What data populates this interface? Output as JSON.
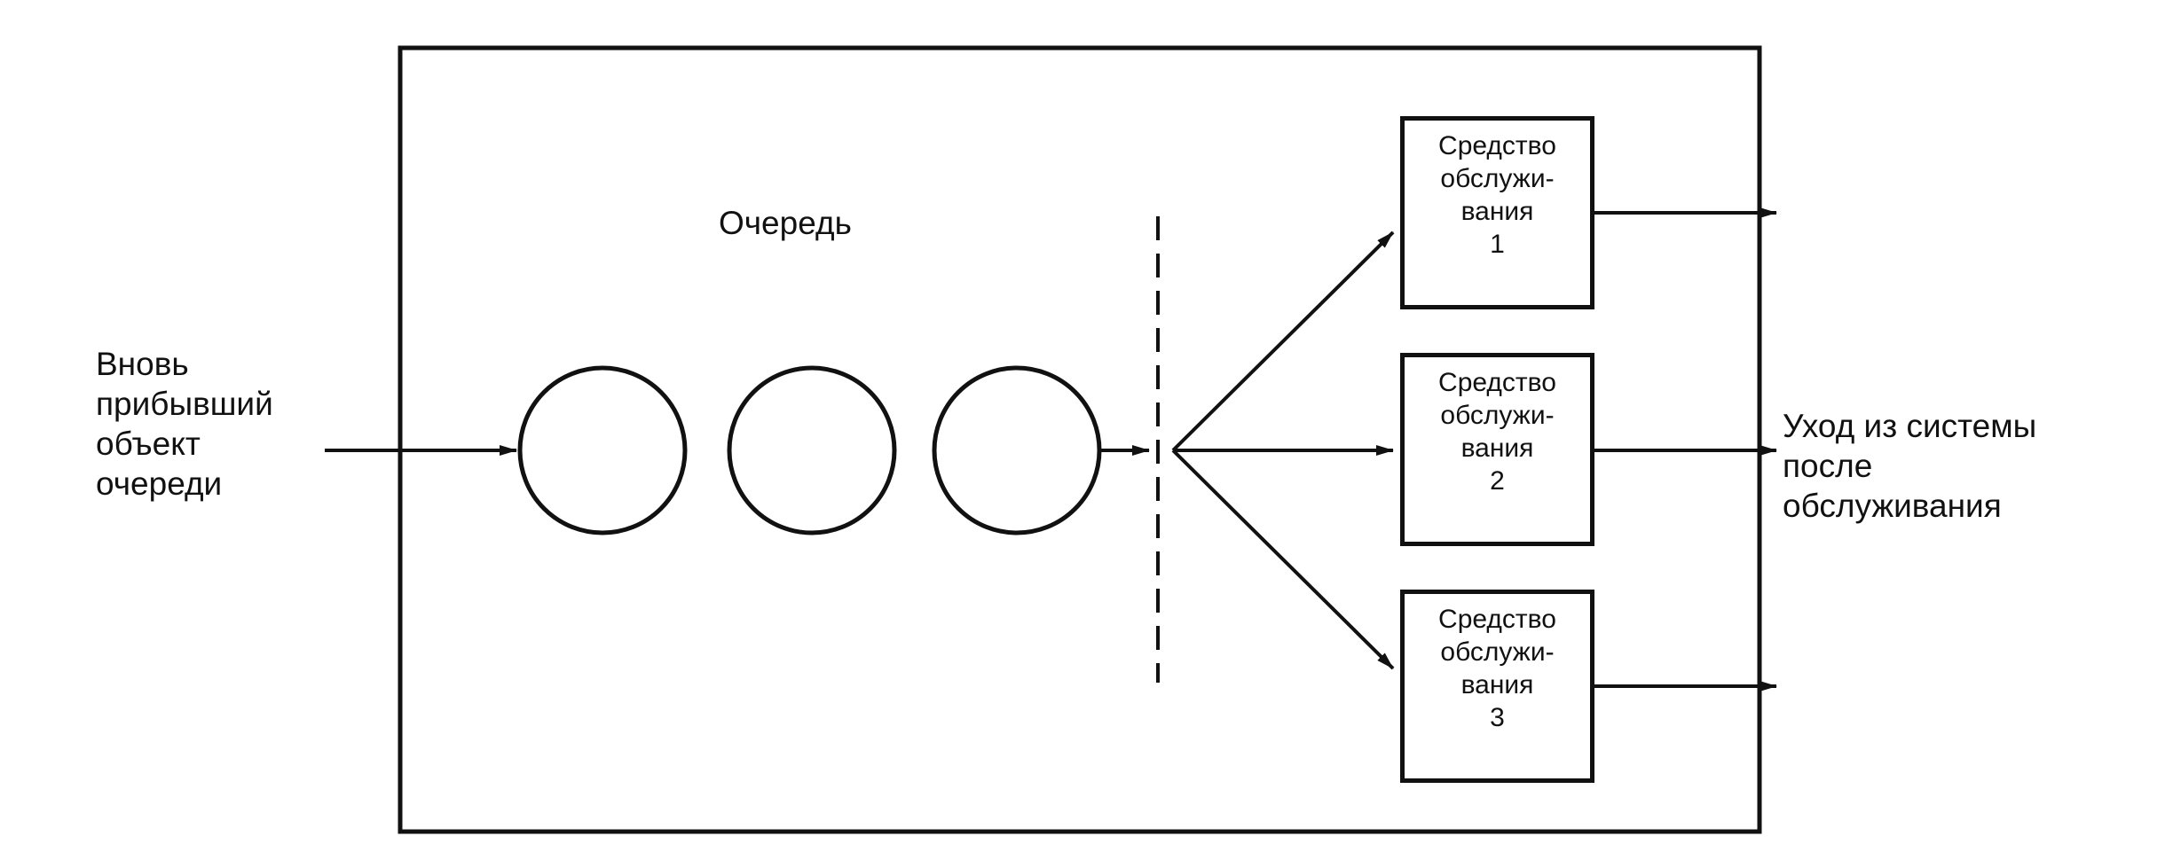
{
  "incoming_label": [
    "Вновь",
    "прибывший",
    "объект",
    "очереди"
  ],
  "queue_label": "Очередь",
  "servers": [
    {
      "lines": [
        "Средство",
        "обслужи-",
        "вания",
        "1"
      ]
    },
    {
      "lines": [
        "Средство",
        "обслужи-",
        "вания",
        "2"
      ]
    },
    {
      "lines": [
        "Средство",
        "обслужи-",
        "вания",
        "3"
      ]
    }
  ],
  "outgoing_label": [
    "Уход из системы",
    "после",
    "обслуживания"
  ],
  "colors": {
    "stroke": "#111111",
    "background": "#ffffff"
  }
}
